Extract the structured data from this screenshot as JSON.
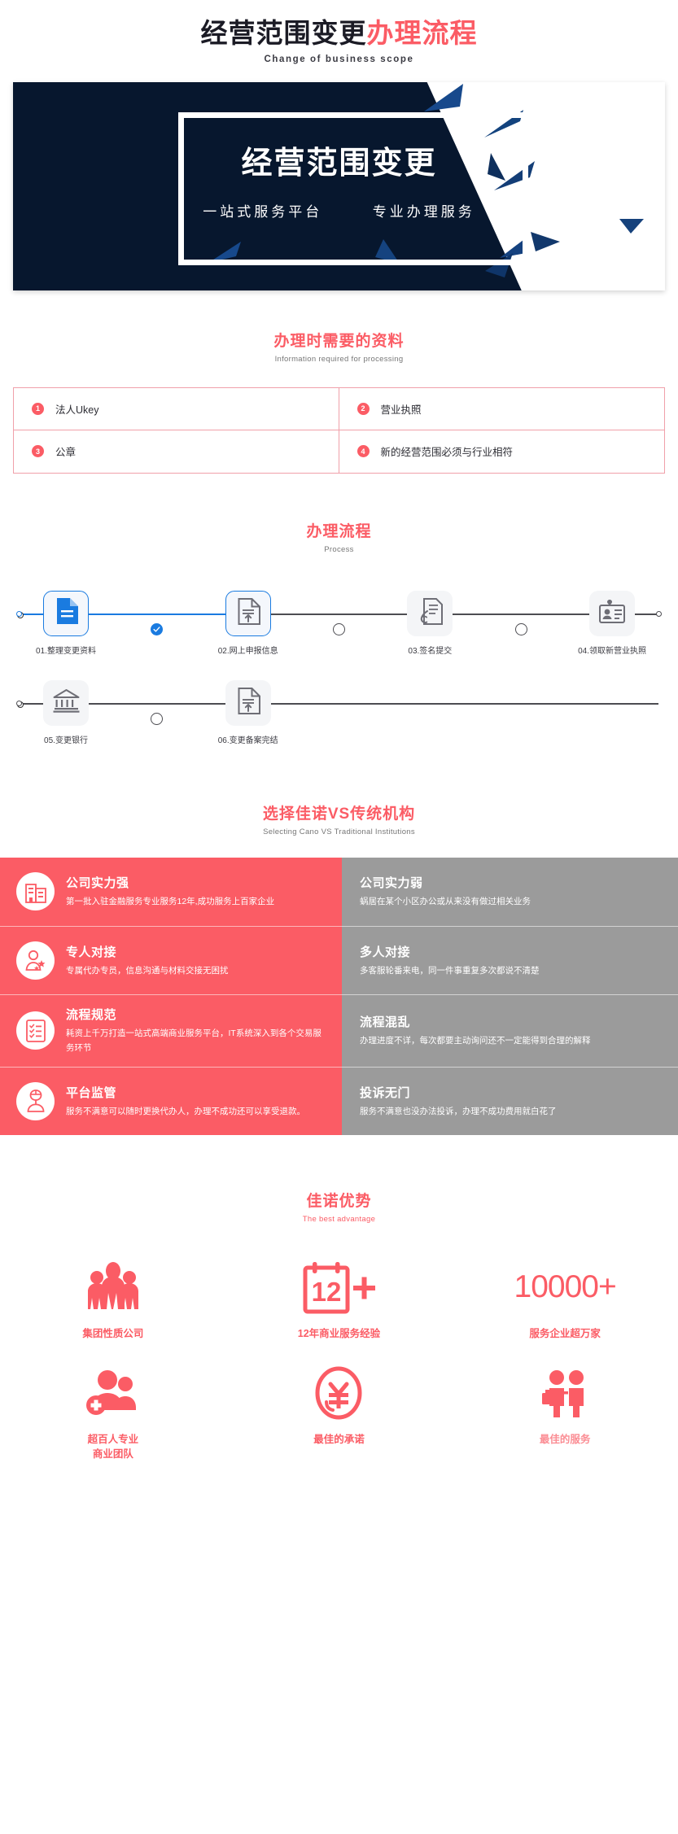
{
  "header": {
    "title_dark": "经营范围变更",
    "title_accent": "办理流程",
    "subtitle": "Change of business scope"
  },
  "hero": {
    "title": "经营范围变更",
    "sub_left": "一站式服务平台",
    "sub_right": "专业办理服务",
    "navy": "#07172E",
    "triangle_blue": "#163A6B"
  },
  "materials": {
    "title": "办理时需要的资料",
    "subtitle": "Information required for processing",
    "items": [
      {
        "no": "1",
        "label": "法人Ukey"
      },
      {
        "no": "2",
        "label": "营业执照"
      },
      {
        "no": "3",
        "label": "公章"
      },
      {
        "no": "4",
        "label": "新的经营范围必须与行业相符"
      }
    ]
  },
  "process": {
    "title": "办理流程",
    "subtitle": "Process",
    "accent_blue": "#1A7BE0",
    "steps_row1": [
      {
        "label": "01.整理变更资料",
        "icon": "document-filled-icon",
        "state": "done"
      },
      {
        "label": "02.网上申报信息",
        "icon": "document-upload-icon",
        "state": "current"
      },
      {
        "label": "03.签名提交",
        "icon": "hand-sign-icon",
        "state": "pending"
      },
      {
        "label": "04.领取新营业执照",
        "icon": "license-card-icon",
        "state": "pending"
      }
    ],
    "steps_row2": [
      {
        "label": "05.变更银行",
        "icon": "bank-icon",
        "state": "pending"
      },
      {
        "label": "06.变更备案完结",
        "icon": "document-upload-icon",
        "state": "pending"
      }
    ]
  },
  "compare": {
    "title": "选择佳诺VS传统机构",
    "subtitle": "Selecting Cano VS Traditional Institutions",
    "left_color": "#FB5C65",
    "right_color": "#9B9B9B",
    "rows": [
      {
        "icon": "building-icon",
        "left_title": "公司实力强",
        "left_desc": "第一批入驻金融服务专业服务12年,成功服务上百家企业",
        "right_title": "公司实力弱",
        "right_desc": "蜗居在某个小区办公或从来没有做过相关业务"
      },
      {
        "icon": "person-star-icon",
        "left_title": "专人对接",
        "left_desc": "专属代办专员，信息沟通与材料交接无困扰",
        "right_title": "多人对接",
        "right_desc": "多客服轮番来电，同一件事重复多次都说不清楚"
      },
      {
        "icon": "checklist-icon",
        "left_title": "流程规范",
        "left_desc": "耗资上千万打造一站式高端商业服务平台，IT系统深入到各个交易服务环节",
        "right_title": "流程混乱",
        "right_desc": "办理进度不详，每次都要主动询问还不一定能得到合理的解释"
      },
      {
        "icon": "supervisor-icon",
        "left_title": "平台监管",
        "left_desc": "服务不满意可以随时更换代办人，办理不成功还可以享受退款。",
        "right_title": "投诉无门",
        "right_desc": "服务不满意也没办法投诉，办理不成功费用就白花了"
      }
    ]
  },
  "advantage": {
    "title": "佳诺优势",
    "subtitle": "The best advantage",
    "items": [
      {
        "icon": "group-people-icon",
        "big": "",
        "label": "集团性质公司"
      },
      {
        "icon": "calendar-12-plus-icon",
        "big": "",
        "label": "12年商业服务经验"
      },
      {
        "icon": "number-text",
        "big": "10000+",
        "label": "服务企业超万家"
      },
      {
        "icon": "add-user-icon",
        "big": "",
        "label": "超百人专业\n商业团队"
      },
      {
        "icon": "yuan-coin-icon",
        "big": "",
        "label": "最佳的承诺"
      },
      {
        "icon": "two-people-icon",
        "big": "",
        "label": "最佳的服务"
      }
    ]
  }
}
